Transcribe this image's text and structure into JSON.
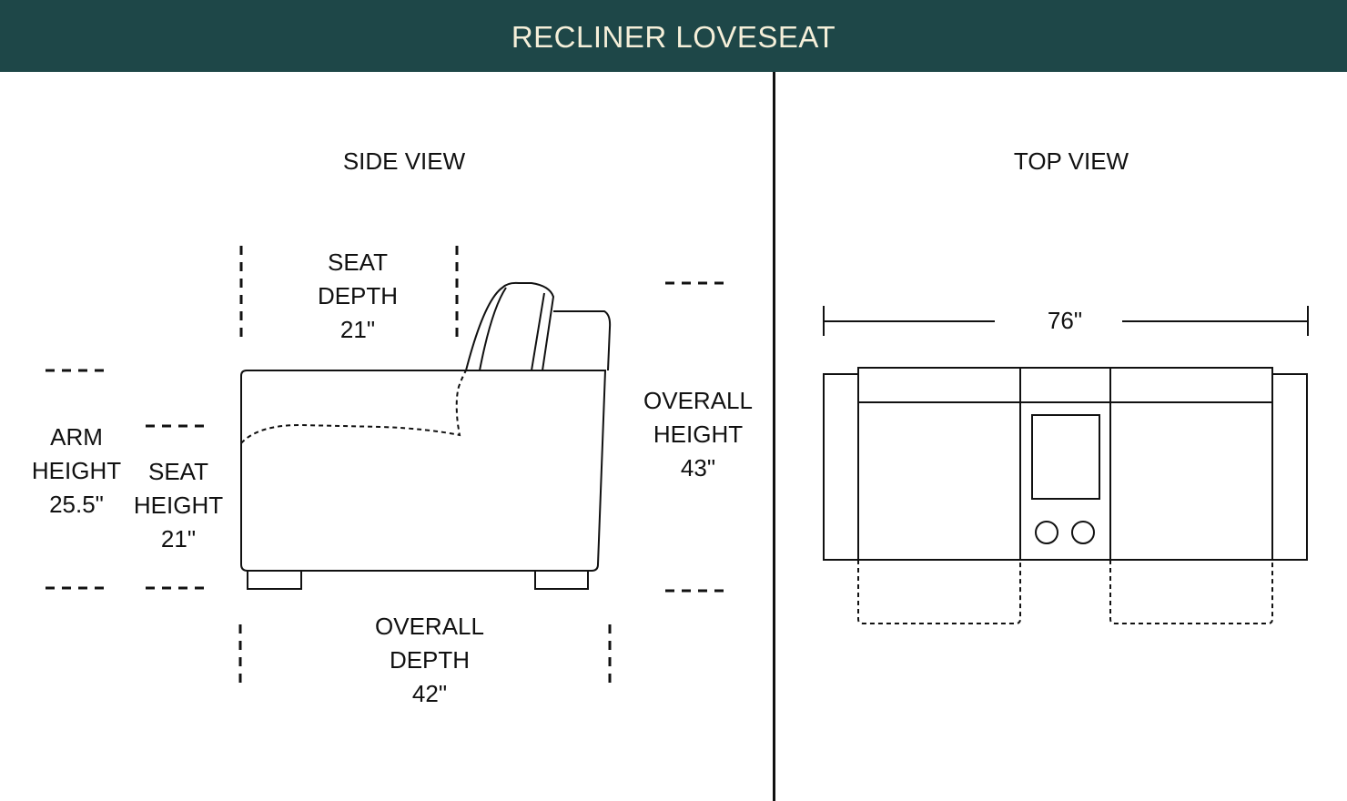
{
  "header": {
    "title": "RECLINER LOVESEAT",
    "background_color": "#1e4748",
    "text_color": "#f5efd9"
  },
  "side_view": {
    "title": "SIDE VIEW",
    "seat_depth": {
      "line1": "SEAT",
      "line2": "DEPTH",
      "value": "21\""
    },
    "arm_height": {
      "line1": "ARM",
      "line2": "HEIGHT",
      "value": "25.5\""
    },
    "seat_height": {
      "line1": "SEAT",
      "line2": "HEIGHT",
      "value": "21\""
    },
    "overall_height": {
      "line1": "OVERALL",
      "line2": "HEIGHT",
      "value": "43\""
    },
    "overall_depth": {
      "line1": "OVERALL",
      "line2": "DEPTH",
      "value": "42\""
    }
  },
  "top_view": {
    "title": "TOP VIEW",
    "overall_width": "76\""
  }
}
